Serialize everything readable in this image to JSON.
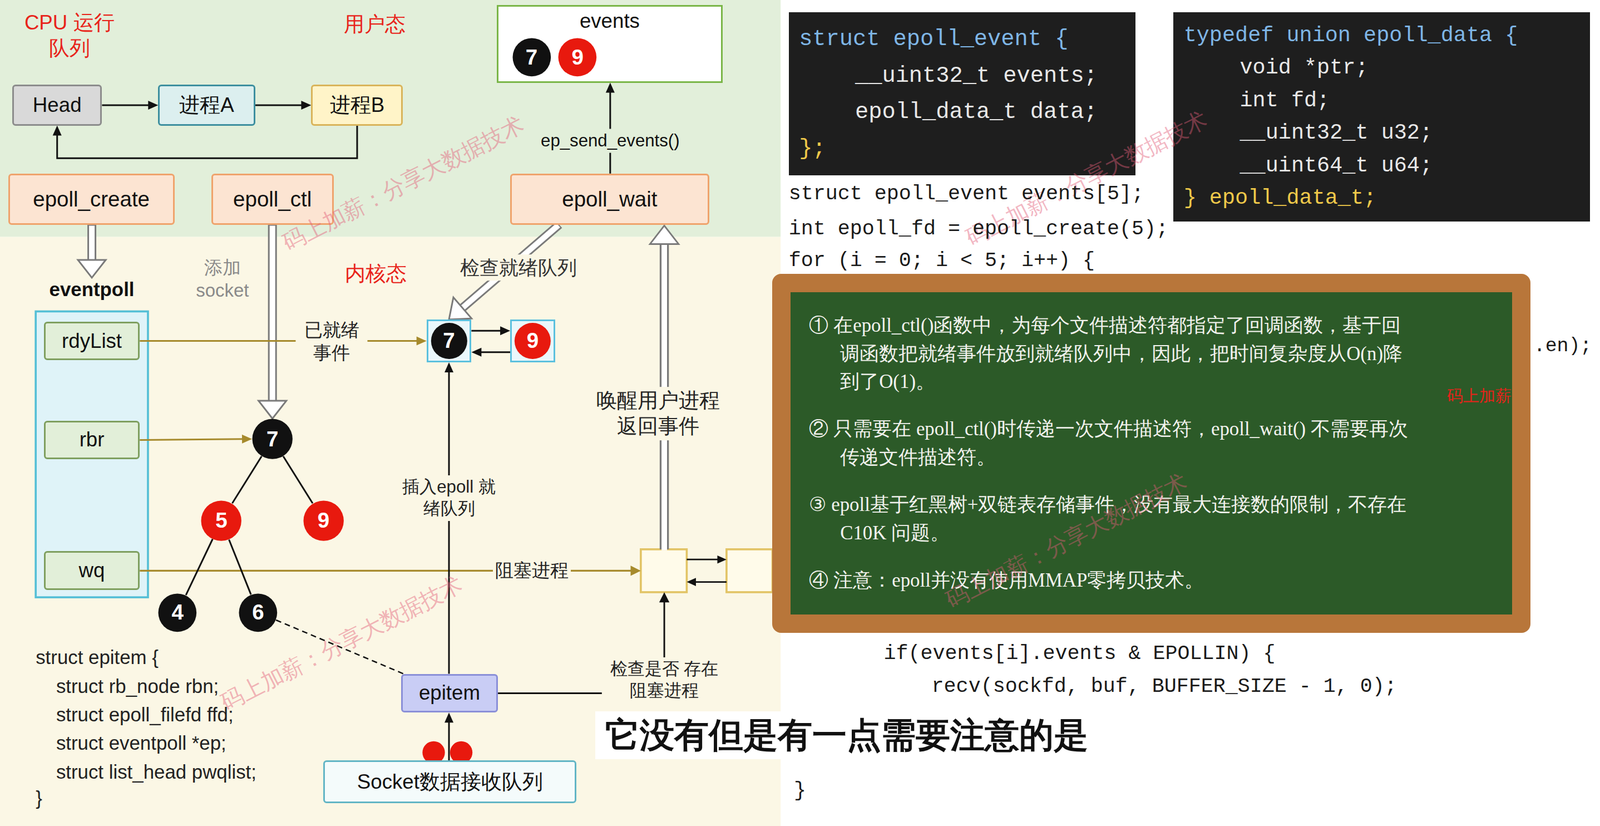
{
  "diagram": {
    "caption": "它没有但是有一点需要注意的是",
    "nodes": [
      {
        "text": [
          "用户态"
        ]
      },
      {
        "text": [
          "Head"
        ],
        "in": 0
      },
      {
        "text": [
          "进程A"
        ],
        "in": 0
      },
      {
        "text": [
          "进程B"
        ],
        "in": 0
      },
      {
        "text": [
          "events"
        ],
        "in": 0
      },
      {
        "text": [
          "7"
        ],
        "in": 4
      },
      {
        "text": [
          "9"
        ],
        "in": 4
      },
      {
        "text": [
          "epoll_create"
        ],
        "in": 0
      },
      {
        "text": [
          "epoll_ctl"
        ],
        "in": 0
      },
      {
        "text": [
          "epoll_wait"
        ],
        "in": 0
      },
      {
        "text": [
          "内核态"
        ]
      },
      {
        "text": [
          "eventpoll"
        ],
        "in": 10
      },
      {
        "text": [
          "rdyList"
        ],
        "in": 11
      },
      {
        "text": [
          "rbr"
        ],
        "in": 11
      },
      {
        "text": [
          "wq"
        ],
        "in": 11
      },
      {
        "text": [
          "7"
        ],
        "in": 10
      },
      {
        "text": [
          "9"
        ],
        "in": 10
      },
      {
        "text": [
          "7"
        ],
        "in": 10
      },
      {
        "text": [
          "5"
        ],
        "in": 10
      },
      {
        "text": [
          "9"
        ],
        "in": 10
      },
      {
        "text": [
          "4"
        ],
        "in": 10
      },
      {
        "text": [
          "6"
        ],
        "in": 10
      },
      {
        "text": [
          "epitem"
        ],
        "in": 10
      },
      {
        "text": [
          "Socket数据接收队列"
        ],
        "in": 10
      },
      {
        "text": [
          "struct epoll_event {",
          "__uint32_t events;",
          "epoll_data_t data;",
          "};"
        ]
      },
      {
        "text": [
          "typedef union epoll_data {",
          "void *ptr;",
          "int fd;",
          "__uint32_t u32;",
          "__uint64_t u64;",
          "} epoll_data_t;"
        ]
      },
      {
        "text": [
          "① 在epoll_ctl()函数中，为每个文件描述符都指定了回调函数，基于回调函数把就绪事件放到就绪队列中，因此，把时间复杂度从O(n)降到了O(1)。",
          "② 只需要在 epoll_ctl()时传递一次文件描述符，epoll_wait() 不需要再次传递文件描述符。",
          "③ epoll基于红黑树+双链表存储事件，没有最大连接数的限制，不存在 C10K 问题。",
          "④ 注意：epoll并没有使用MMAP零拷贝技术。"
        ]
      }
    ],
    "edges": [
      {
        "from": 1,
        "to": 2,
        "arrow": "to"
      },
      {
        "from": 2,
        "to": 3,
        "arrow": "to"
      },
      {
        "from": 3,
        "to": 1,
        "arrow": "to"
      },
      {
        "from": 7,
        "to": 11,
        "arrow": "to"
      },
      {
        "from": 8,
        "to": 17,
        "arrow": "to",
        "label": "添加 socket"
      },
      {
        "from": 9,
        "to": 15,
        "arrow": "to",
        "label": "检查就绪队列"
      },
      {
        "from": 9,
        "to": 4,
        "arrow": "to",
        "label": "ep_send_events()"
      },
      {
        "from": 12,
        "to": 15,
        "arrow": "to",
        "label": "已就绪 事件"
      },
      {
        "from": 15,
        "to": 16,
        "arrow": "to"
      },
      {
        "from": 16,
        "to": 15,
        "arrow": "to"
      },
      {
        "from": 13,
        "to": 17,
        "arrow": "to"
      },
      {
        "from": 17,
        "to": 18,
        "arrow": "none"
      },
      {
        "from": 17,
        "to": 19,
        "arrow": "none"
      },
      {
        "from": 18,
        "to": 20,
        "arrow": "none"
      },
      {
        "from": 18,
        "to": 21,
        "arrow": "none"
      },
      {
        "from": 21,
        "to": 22,
        "arrow": "none"
      },
      {
        "from": 22,
        "to": 15,
        "arrow": "to",
        "label": "插入epoll 就绪队列"
      },
      {
        "from": 23,
        "to": 22,
        "arrow": "to"
      }
    ],
    "labels": [
      "CPU 运行队列",
      "struct epitem {",
      "struct rb_node rbn;",
      "struct epoll_filefd ffd;",
      "struct eventpoll *ep;",
      "struct list_head pwqlist;",
      "}",
      "阻塞进程",
      "检查是否 存在阻塞进程",
      "唤醒用户进程 返回事件",
      "struct epoll_event events[5];",
      "int epoll_fd = epoll_create(5);",
      "for (i = 0; i < 5; i++) {",
      ".en);",
      "if(events[i].events & EPOLLIN) {",
      "recv(sockfd, buf, BUFFER_SIZE - 1, 0);",
      "}",
      "码上加薪",
      "码上加薪：分享大数据技术",
      "码上加薪：分享大数据技术",
      "码上加薪：分享大数据技术",
      "码上加薪：分享大数据技术"
    ]
  }
}
